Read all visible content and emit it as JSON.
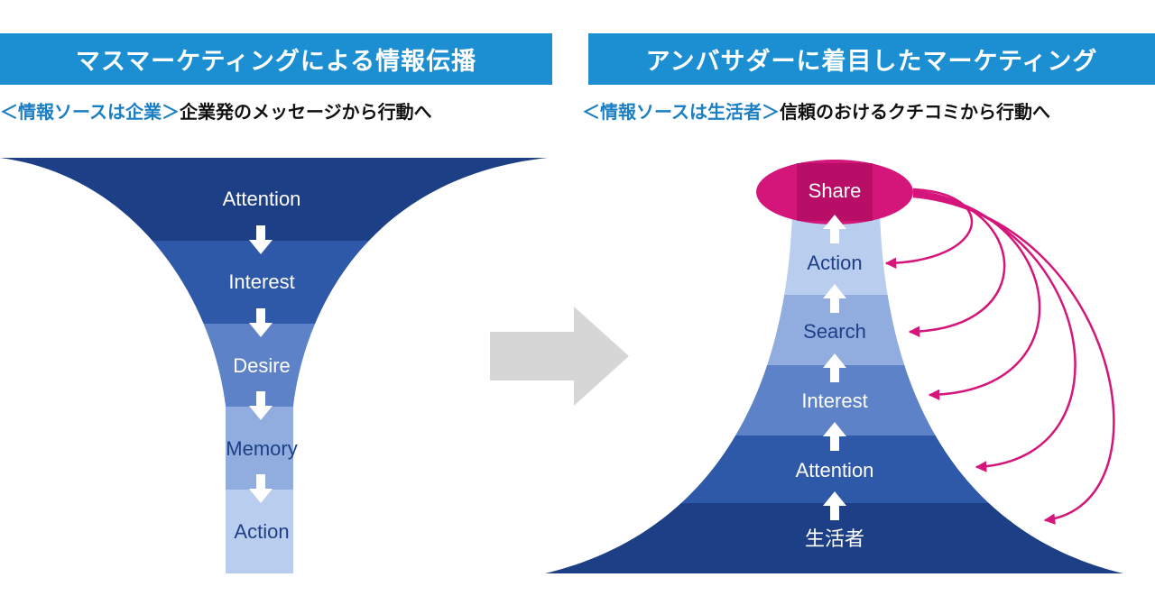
{
  "left": {
    "title": "マスマーケティングによる情報伝播",
    "subtitle_tag": "＜情報ソースは企業＞",
    "subtitle_text": "企業発のメッセージから行動へ",
    "stages": [
      "Attention",
      "Interest",
      "Desire",
      "Memory",
      "Action"
    ]
  },
  "right": {
    "title": "アンバサダーに着目したマーケティング",
    "subtitle_tag": "＜情報ソースは生活者＞",
    "subtitle_text": "信頼のおけるクチコミから行動へ",
    "top_stage": "Share",
    "stages": [
      "Action",
      "Search",
      "Interest",
      "Attention",
      "生活者"
    ]
  },
  "colors": {
    "banner": "#1b8fd1",
    "tag_text": "#1b7fc4",
    "navy": "#1d3f86",
    "blue": "#2e58a8",
    "mid_blue": "#5d82c8",
    "light_blue": "#91addf",
    "pale_blue": "#b9cdee",
    "share_magenta": "#d4157a",
    "share_magenta_dark": "#a0095a",
    "arrow_grey": "#d6d6d6"
  }
}
